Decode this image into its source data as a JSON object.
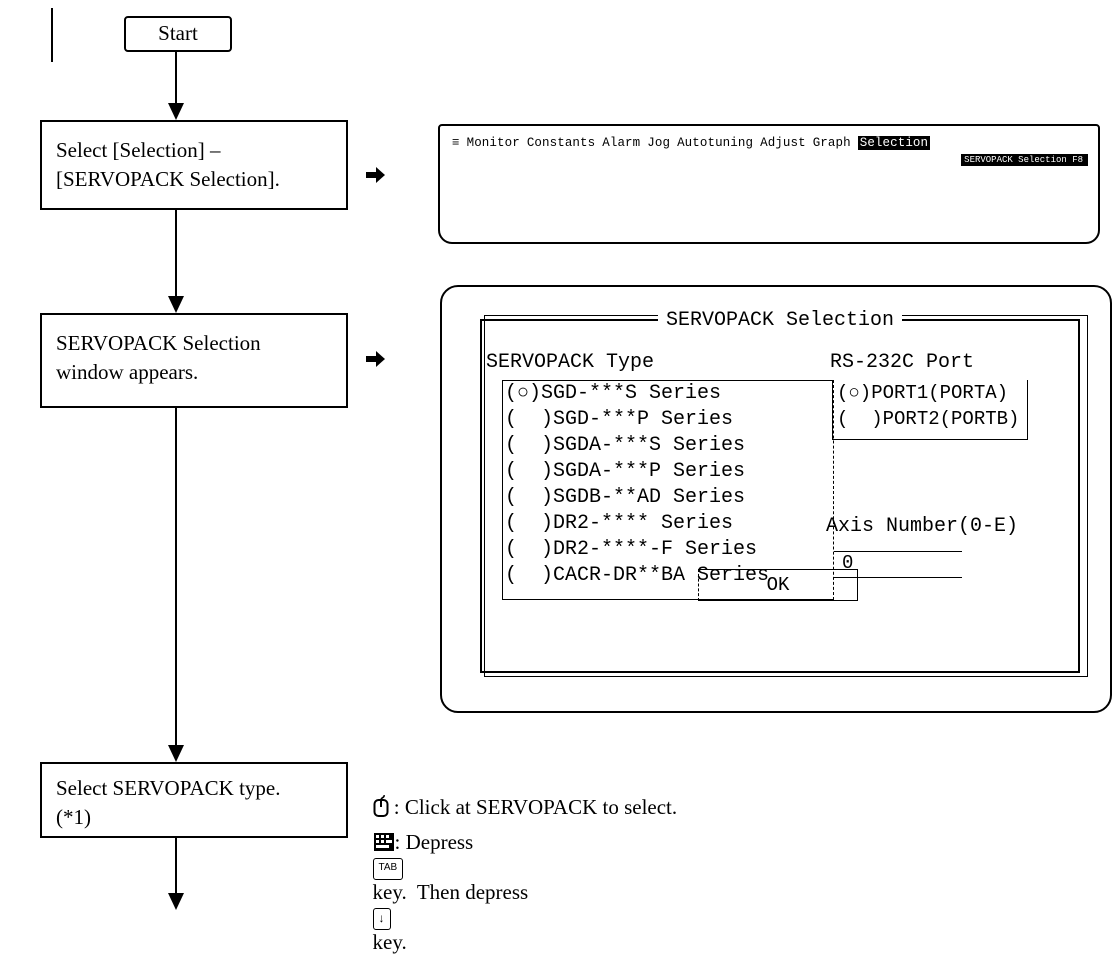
{
  "flowchart": {
    "start_label": "Start",
    "steps": [
      {
        "text": "Select [Selection] –\n[SERVOPACK Selection]."
      },
      {
        "text": "SERVOPACK Selection\nwindow appears."
      },
      {
        "text": "Select SERVOPACK type.\n(*1)"
      }
    ]
  },
  "menu_screen": {
    "menu_items": [
      "≡",
      "Monitor",
      "Constants",
      "Alarm",
      "Jog",
      "Autotuning",
      "Adjust",
      "Graph"
    ],
    "selected_menu": "Selection",
    "submenu_item": "SERVOPACK Selection  F8"
  },
  "dialog": {
    "title": "SERVOPACK Selection",
    "type_heading": "SERVOPACK Type",
    "port_heading": "RS-232C Port",
    "types": [
      "(○)SGD-***S Series",
      "(  )SGD-***P Series",
      "(  )SGDA-***S Series",
      "(  )SGDA-***P Series",
      "(  )SGDB-**AD Series",
      "(  )DR2-**** Series",
      "(  )DR2-****-F Series",
      "(  )CACR-DR**BA Series"
    ],
    "ports": [
      "(○)PORT1(PORTA)",
      "(  )PORT2(PORTB)"
    ],
    "axis_label": "Axis Number(0-E)",
    "axis_value": "0",
    "ok_label": "OK"
  },
  "notes": {
    "mouse": " : Click at SERVOPACK to select.",
    "key_prefix": ": Depress",
    "tab_key": "TAB",
    "key_middle": "key.  Then depress",
    "down_key": "↓",
    "key_suffix": "key."
  },
  "icons": [
    "right-arrow-icon",
    "mouse-icon",
    "keyboard-icon"
  ]
}
